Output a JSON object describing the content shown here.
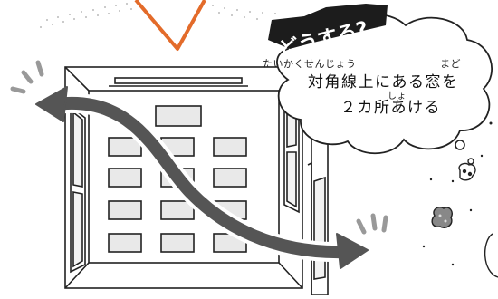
{
  "bubble": {
    "title": "どうする?",
    "ruby_line1_left": "たいかくせんじょう",
    "ruby_line1_right": "まど",
    "line1": "対角線上にある窓を",
    "ruby_line2": "しょ",
    "line2": "２カ所あける"
  },
  "colors": {
    "ink": "#222222",
    "accent_orange": "#e36b2a",
    "badge": "#1c1c1c"
  },
  "icons": [
    "wind-lines-icon",
    "curved-double-arrow-icon",
    "dust-particle-icon"
  ]
}
